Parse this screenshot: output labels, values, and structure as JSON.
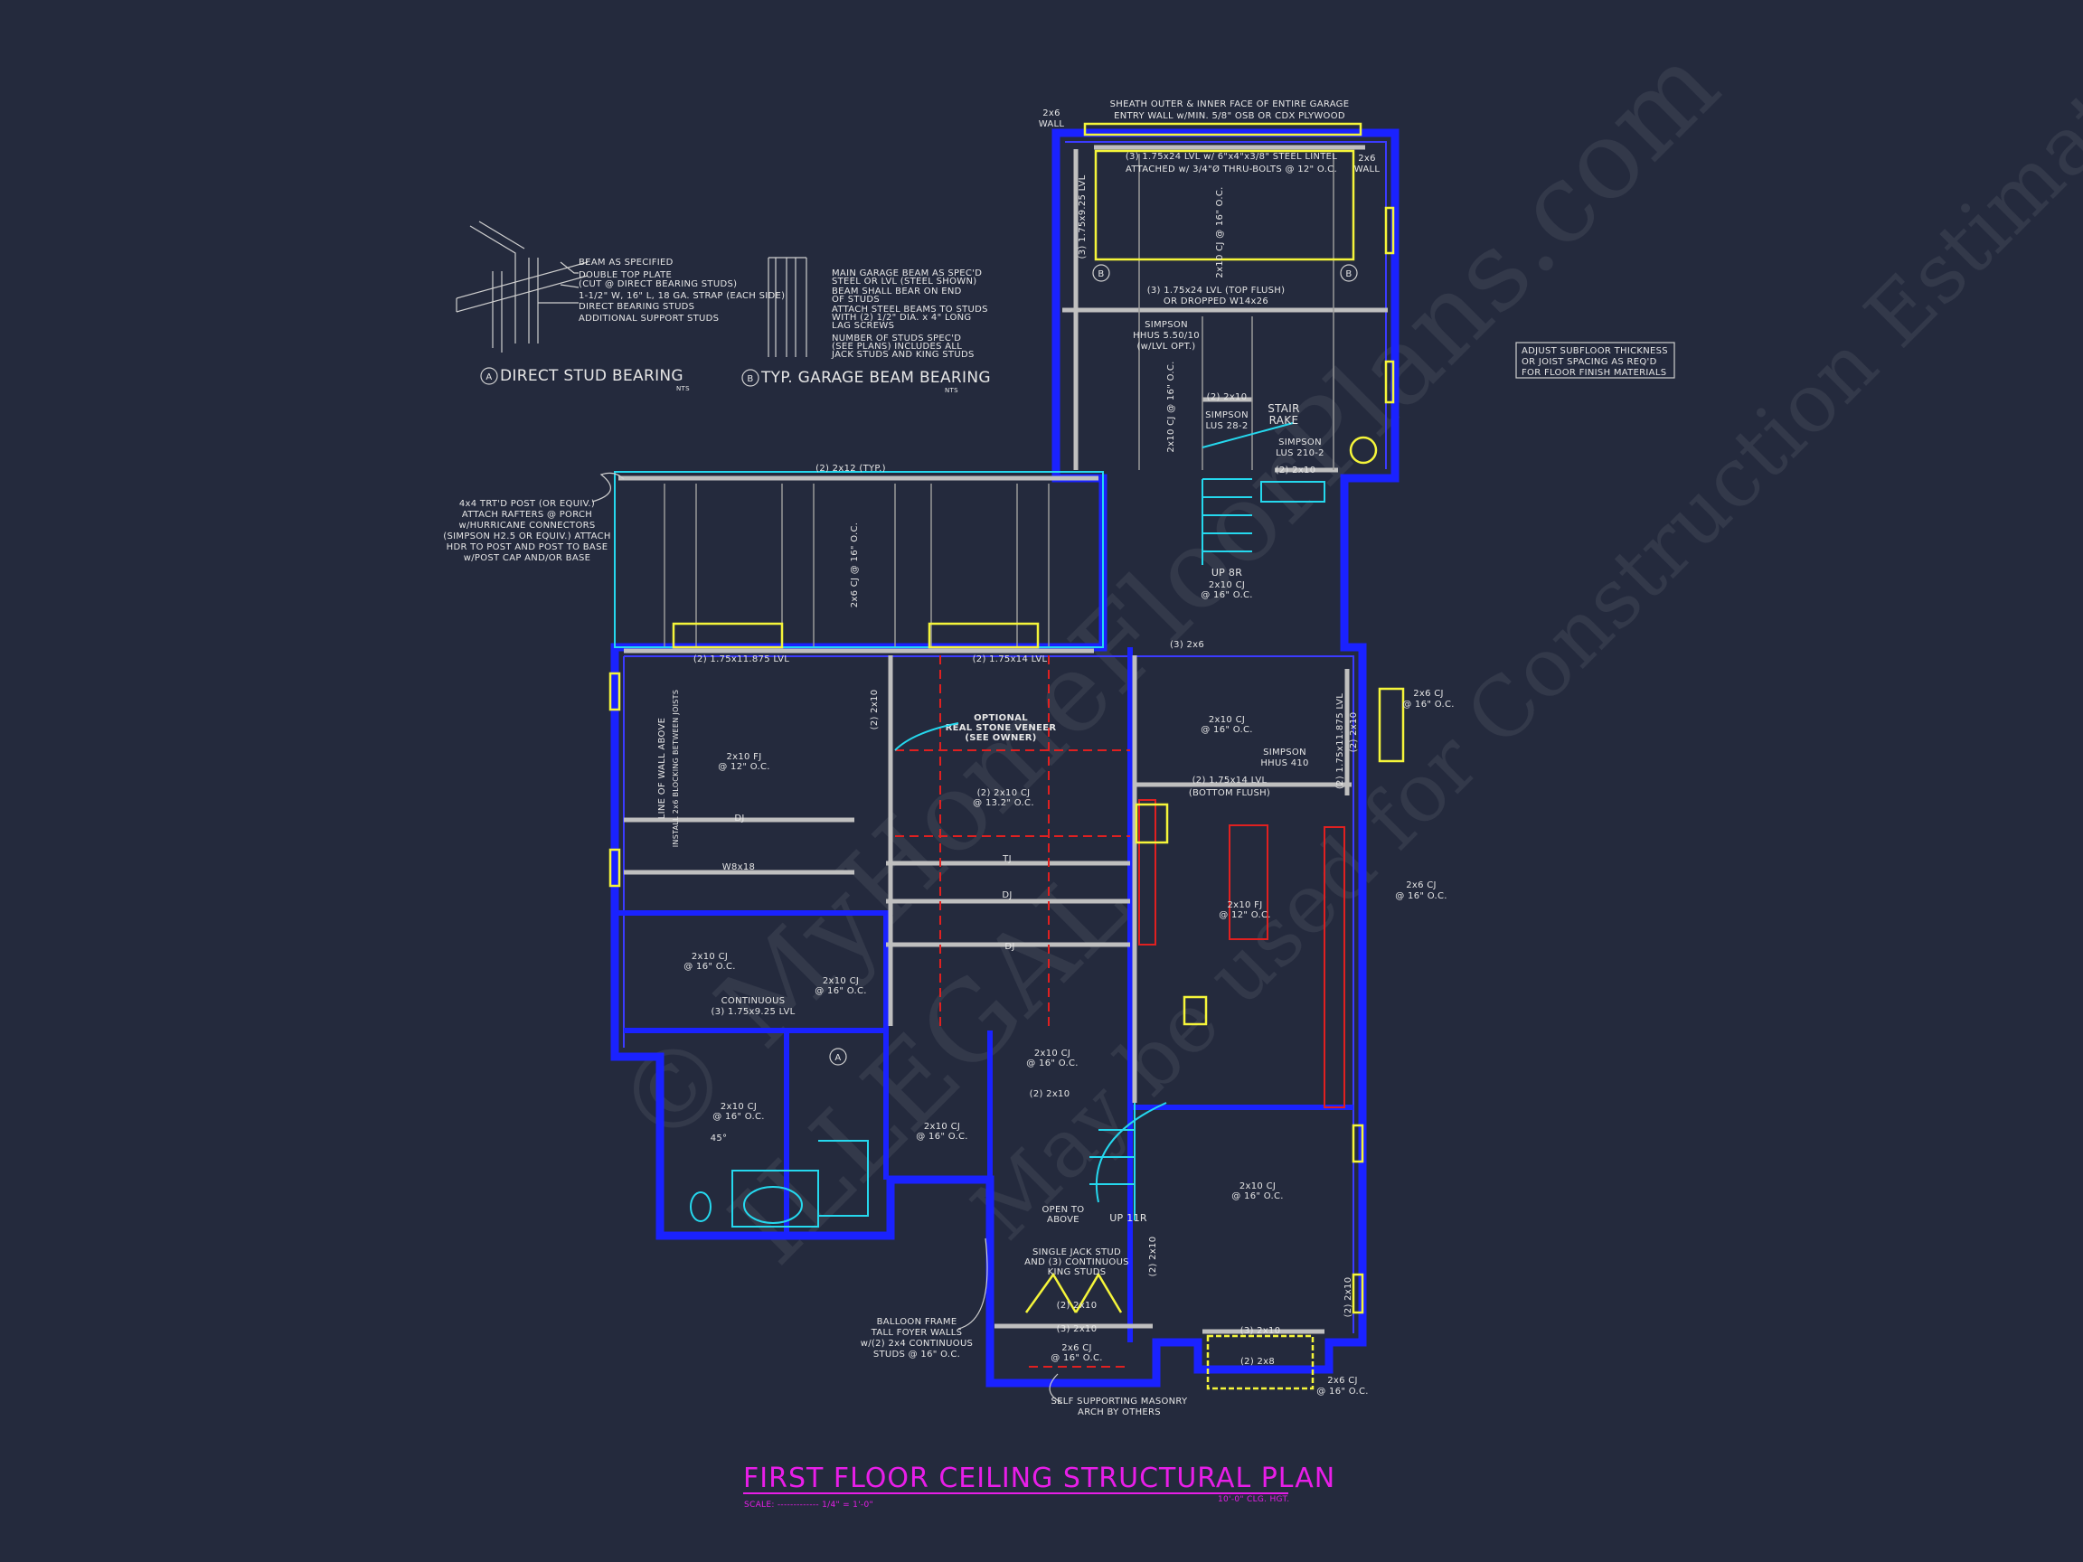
{
  "title": "FIRST FLOOR CEILING STRUCTURAL PLAN",
  "scale_label": "SCALE: ------------- 1/4\" = 1'-0\"",
  "ceiling_height": "10'-0\" CLG. HGT.",
  "colors": {
    "background": "#242a3d",
    "walls": "#1a22ff",
    "beams": "#bfbfbf",
    "openings": "#f5f53a",
    "dropped_beams": "#e02020",
    "stairs_fixtures": "#25d8ee",
    "title": "#e81ee8"
  },
  "watermark": [
    "© MyHomeFloorPlans.com",
    "ILLEGAL",
    "May be used for Construction Estimations"
  ],
  "details": {
    "a": {
      "marker": "A",
      "title": "DIRECT STUD BEARING",
      "nts": "NTS",
      "callouts": [
        "BEAM AS SPECIFIED",
        "DOUBLE TOP PLATE",
        "(CUT @ DIRECT BEARING STUDS)",
        "1-1/2\" W, 16\" L, 18 GA. STRAP (EACH SIDE)",
        "DIRECT BEARING STUDS",
        "ADDITIONAL SUPPORT STUDS"
      ]
    },
    "b": {
      "marker": "B",
      "title": "TYP. GARAGE BEAM BEARING",
      "nts": "NTS",
      "callouts": [
        "MAIN GARAGE BEAM AS SPEC'D",
        "STEEL OR LVL (STEEL SHOWN)",
        "BEAM SHALL BEAR ON END",
        "OF STUDS",
        "ATTACH STEEL BEAMS TO STUDS",
        "WITH (2) 1/2\" DIA. x 4\" LONG",
        "LAG SCREWS",
        "NUMBER OF STUDS SPEC'D",
        "(SEE PLANS) INCLUDES ALL",
        "JACK STUDS AND KING STUDS"
      ]
    }
  },
  "notes": [
    "SHEATH OUTER & INNER FACE OF ENTIRE GARAGE",
    "ENTRY WALL w/MIN. 5/8\" OSB OR CDX PLYWOOD",
    "2x6",
    "WALL",
    "2x6",
    "WALL",
    "(3) 1.75x24 LVL w/ 6\"x4\"x3/8\" STEEL LINTEL",
    "ATTACHED w/ 3/4\"Ø THRU-BOLTS @ 12\" O.C.",
    "2x10 CJ @ 16\" O.C.",
    "(3) 1.75x24 LVL (TOP FLUSH)",
    "OR DROPPED W14x26",
    "SIMPSON",
    "HHUS 5.50/10",
    "(w/LVL OPT.)",
    "(3) 1.75x9.25 LVL",
    "2x10 CJ @ 16\" O.C.",
    "(2) 2x10",
    "SIMPSON",
    "LUS 28-2",
    "STAIR",
    "RAKE",
    "SIMPSON",
    "LUS 210-2",
    "(2) 2x10",
    "ADJUST SUBFLOOR THICKNESS",
    "OR JOIST SPACING AS REQ'D",
    "FOR FLOOR FINISH MATERIALS",
    "(2) 2x12 (TYP.)",
    "4x4 TRT'D POST (OR EQUIV.)",
    "ATTACH RAFTERS @ PORCH",
    "w/HURRICANE CONNECTORS",
    "(SIMPSON H2.5 OR EQUIV.) ATTACH",
    "HDR TO POST AND POST TO BASE",
    "w/POST CAP AND/OR BASE",
    "2x6 CJ @ 16\" O.C.",
    "(2) 1.75x11.875 LVL",
    "(2) 1.75x14 LVL",
    "UP 8R",
    "2x10 CJ",
    "@ 16\" O.C.",
    "(3) 2x6",
    "OPTIONAL",
    "REAL STONE VENEER",
    "(SEE OWNER)",
    "2x10 FJ",
    "@ 12\" O.C.",
    "LINE OF WALL ABOVE",
    "INSTALL 2x6 BLOCKING BETWEEN JOISTS",
    "(2) 2x10 CJ",
    "@ 13.2\" O.C.",
    "DJ",
    "W8x18",
    "TJ",
    "DJ",
    "DJ",
    "2x10 CJ",
    "@ 16\" O.C.",
    "(2) 1.75x14 LVL",
    "(BOTTOM FLUSH)",
    "SIMPSON",
    "HHUS 410",
    "(2) 1.75x11.875 LVL",
    "2x6 CJ",
    "@ 16\" O.C.",
    "2x6 CJ",
    "@ 16\" O.C.",
    "2x10 FJ",
    "@ 12\" O.C.",
    "2x10 CJ",
    "@ 16\" O.C.",
    "CONTINUOUS",
    "(3) 1.75x9.25 LVL",
    "2x10 CJ",
    "@ 16\" O.C.",
    "2x10 CJ",
    "@ 16\" O.C.",
    "2x10 CJ",
    "@ 16\" O.C.",
    "2x10 CJ",
    "@ 16\" O.C.",
    "(2) 2x10",
    "OPEN TO",
    "ABOVE",
    "UP 11R",
    "2x10 CJ",
    "@ 16\" O.C.",
    "SINGLE JACK STUD",
    "AND (3) CONTINUOUS",
    "KING STUDS",
    "(2) 2x10",
    "(3) 2x10",
    "2x6 CJ",
    "@ 16\" O.C.",
    "BALLOON FRAME",
    "TALL FOYER WALLS",
    "w/(2) 2x4 CONTINUOUS",
    "STUDS @ 16\" O.C.",
    "SELF SUPPORTING MASONRY",
    "ARCH BY OTHERS",
    "(3) 2x10",
    "(2) 2x8",
    "2x6 CJ",
    "@ 16\" O.C.",
    "45°",
    "(2) 2x10",
    "(2) 2x10",
    "(2) 2x10",
    "(2) 2x10"
  ],
  "markers": [
    "B",
    "B",
    "A"
  ]
}
